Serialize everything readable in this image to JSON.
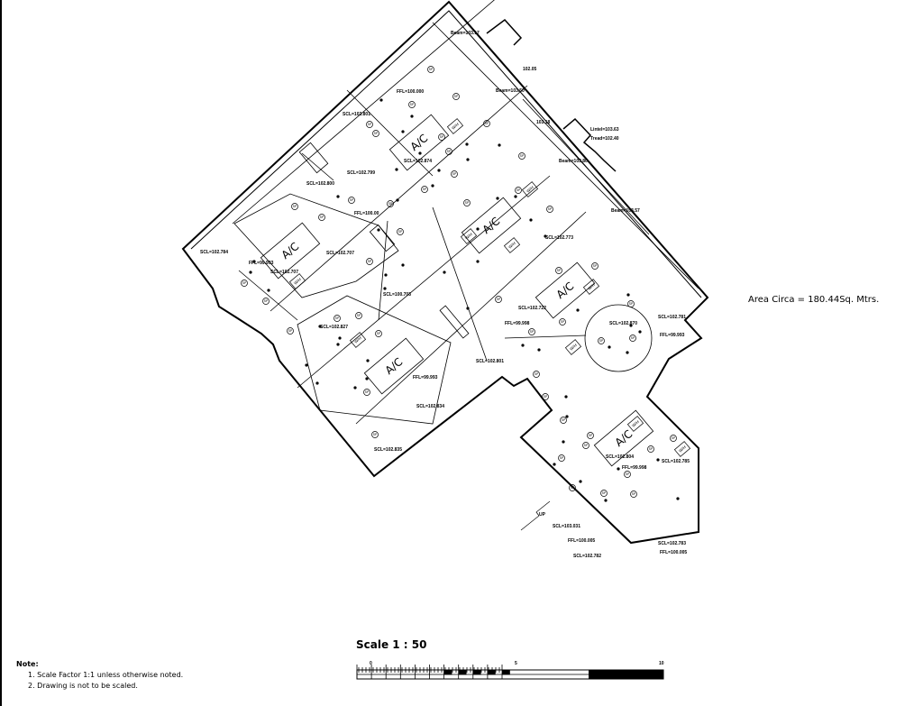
{
  "drawing": {
    "area_label": "Area Circa = 180.44Sq. Mtrs.",
    "ac_labels": [
      "A/C",
      "A/C",
      "A/C",
      "A/C",
      "A/C",
      "A/C"
    ],
    "wh_label": "W/H",
    "sp_label": "SP",
    "levels": [
      "Beam=103.17",
      "102.05",
      "Beam=103.50",
      "FFL=100.000",
      "SCL=102.801",
      "103.18",
      "Lintel=103.63",
      "Tread=102.40",
      "SCL=102.874",
      "Beam=103.80",
      "SCL=102.799",
      "SCL=102.800",
      "FFL=100.00",
      "Beam=103.57",
      "SCL=102.784",
      "FFL=99.993",
      "SCL=102.707",
      "SCL=102.707",
      "SCL=102.773",
      "SCL=100.703",
      "SCL=102.722",
      "FFL=99.998",
      "SCL=102.870",
      "SCL=102.781",
      "FFL=99.993",
      "SCL=102.827",
      "SCL=102.801",
      "FFL=99.993",
      "SCL=102.834",
      "SCL=102.835",
      "SCL=102.804",
      "FFL=99.998",
      "SCL=102.785",
      "UP",
      "SCL=103.031",
      "FFL=100.005",
      "SCL=102.782",
      "SCL=102.783",
      "FFL=100.005"
    ]
  },
  "scale": {
    "title": "Scale 1 : 50",
    "ticks": [
      "0",
      "5",
      "10"
    ]
  },
  "notes": {
    "heading": "Note:",
    "items": [
      "1. Scale Factor 1:1 unless otherwise noted.",
      "2. Drawing is not to be scaled."
    ]
  }
}
